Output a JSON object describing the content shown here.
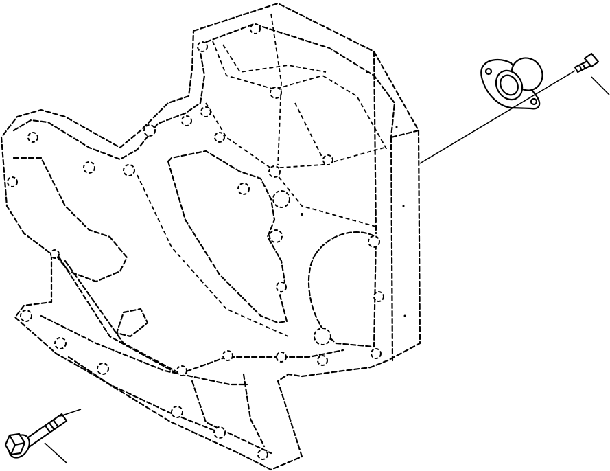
{
  "diagram": {
    "type": "exploded-parts-view",
    "components": [
      {
        "name": "front-gear-housing-cover",
        "style": "hidden-dashed"
      },
      {
        "name": "flange-cover-with-seal",
        "style": "solid"
      },
      {
        "name": "small-cap-screw",
        "style": "solid"
      },
      {
        "name": "flange-head-bolt",
        "style": "solid"
      }
    ],
    "colors": {
      "line": "#000000",
      "background": "#ffffff"
    }
  }
}
